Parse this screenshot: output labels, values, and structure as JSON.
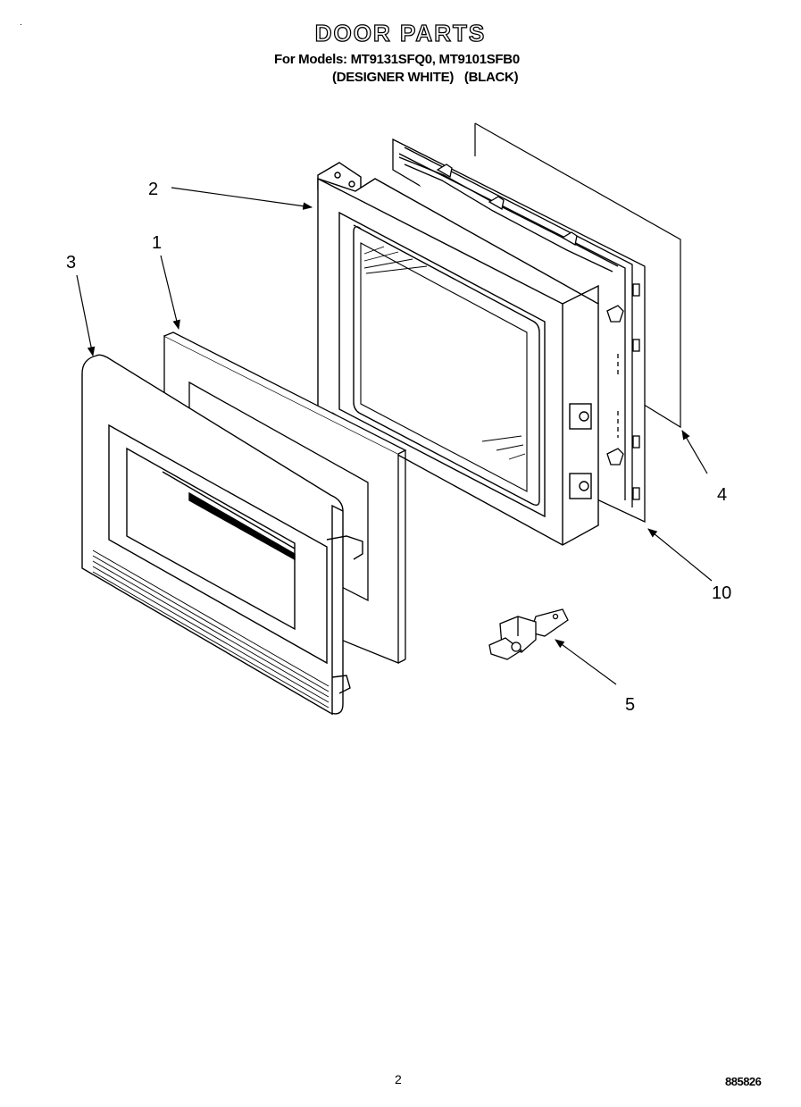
{
  "header": {
    "title": "DOOR PARTS",
    "models_line": "For Models: MT9131SFQ0, MT9101SFB0",
    "color_left": "(DESIGNER WHITE)",
    "color_right": "(BLACK)"
  },
  "callouts": {
    "c1": "1",
    "c2": "2",
    "c3": "3",
    "c4": "4",
    "c5": "5",
    "c10": "10"
  },
  "footer": {
    "page_number": "2",
    "drawing_id": "885826",
    "mark": "."
  },
  "colors": {
    "ink": "#000000",
    "paper": "#ffffff"
  }
}
